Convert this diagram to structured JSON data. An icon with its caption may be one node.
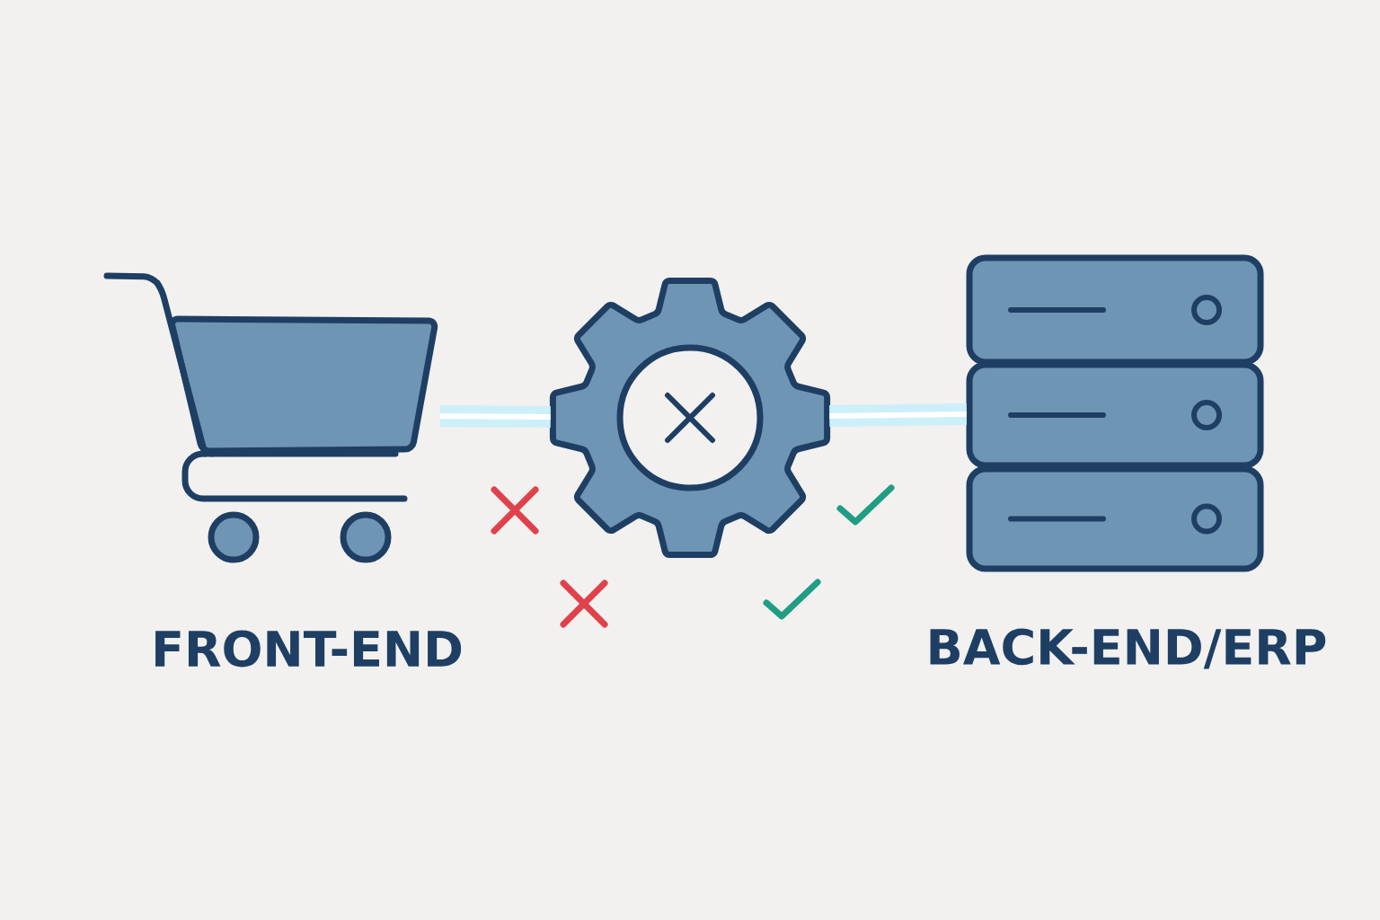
{
  "diagram": {
    "nodes": [
      {
        "text": [
          "FRONT-END"
        ]
      },
      {
        "text": [],
        "shape": "gear"
      },
      {
        "text": [
          "BACK-END/ERP"
        ]
      }
    ],
    "edges": [
      {
        "from": 0,
        "to": 1,
        "arrow": "none"
      },
      {
        "from": 1,
        "to": 2,
        "arrow": "none"
      }
    ]
  }
}
